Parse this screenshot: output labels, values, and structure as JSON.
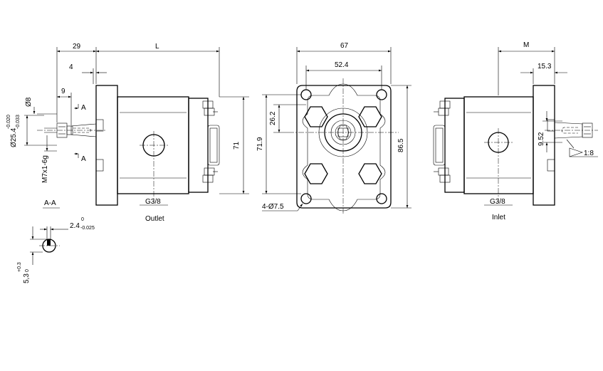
{
  "dims": {
    "shaft_len": "29",
    "body_len": "L",
    "pilot": "4",
    "key_len": "9",
    "pilot_dia": "Ø8",
    "shaft_dia": "Ø25.4",
    "shaft_dia_tol_up": "-0.020",
    "shaft_dia_tol_lo": "-0.033",
    "thread": "M7x1-6g",
    "height_71": "71",
    "width_67": "67",
    "bolt_52_4": "52.4",
    "port_26_2": "26.2",
    "height_71_9": "71.9",
    "height_86_5": "86.5",
    "holes": "4-Ø7.5",
    "key_w": "2.4",
    "key_w_tol_up": "0",
    "key_w_tol_lo": "-0.025",
    "key_d": "5,3",
    "key_d_tol_up": "+0.3",
    "key_d_tol_lo": "0",
    "dim_m": "M",
    "dim_15_3": "15.3",
    "dim_9_52": "9.52",
    "taper": "1:8"
  },
  "labels": {
    "section_mark": "A",
    "section_title": "A-A",
    "port_left": "G3/8",
    "port_left_name": "Outlet",
    "port_right": "G3/8",
    "port_right_name": "Inlet"
  }
}
